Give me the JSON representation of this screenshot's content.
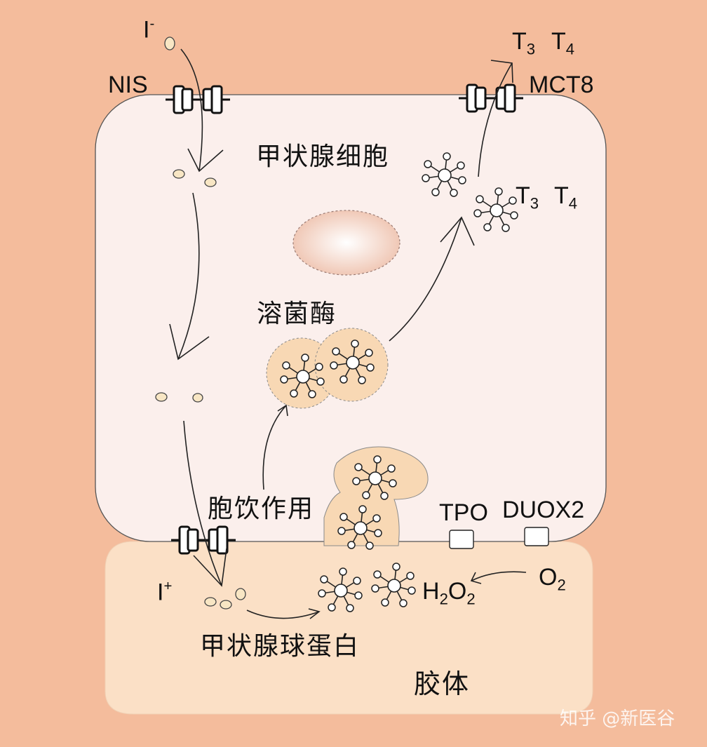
{
  "labels": {
    "iodide": {
      "main": "I",
      "sup": "-"
    },
    "nis": "NIS",
    "mct8": "MCT8",
    "t3_top": {
      "main": "T",
      "sub": "3"
    },
    "t4_top": {
      "main": "T",
      "sub": "4"
    },
    "t3_mid": {
      "main": "T",
      "sub": "3"
    },
    "t4_mid": {
      "main": "T",
      "sub": "4"
    },
    "thyroid_cell": "甲状腺细胞",
    "lysosome": "溶菌酶",
    "pinocytosis": "胞饮作用",
    "tpo": "TPO",
    "duox2": "DUOX2",
    "iodine_plus": {
      "main": "I",
      "sup": "+"
    },
    "o2": {
      "main": "O",
      "sub": "2"
    },
    "h2o2": {
      "h": "H",
      "sub1": "2",
      "o": "O",
      "sub2": "2"
    },
    "thyroglobulin": "甲状腺球蛋白",
    "colloid": "胶体"
  },
  "watermark": "知乎 @新医谷",
  "colors": {
    "background": "#f4bc9c",
    "cell": "#fbefec",
    "colloid": "#fbe0c6",
    "vesicle": "#f8d8b4",
    "nucleus": "#f3d2c4"
  }
}
